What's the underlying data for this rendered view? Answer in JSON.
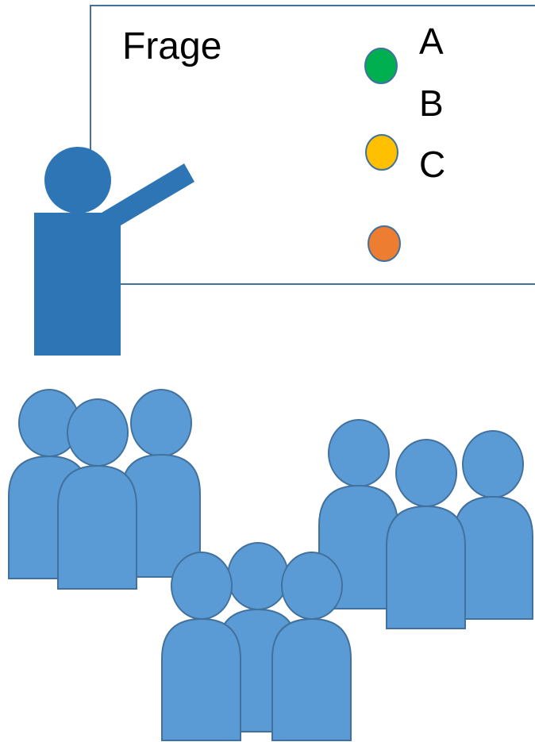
{
  "board": {
    "question_label": "Frage",
    "answer_labels": [
      "A",
      "B",
      "C"
    ],
    "dot_colors": [
      "#00b050",
      "#ffc000",
      "#ed7d31"
    ]
  },
  "colors": {
    "board_border": "#41719c",
    "teacher_fill": "#2e75b6",
    "audience_fill": "#5b9bd5",
    "audience_stroke": "#41719c"
  }
}
